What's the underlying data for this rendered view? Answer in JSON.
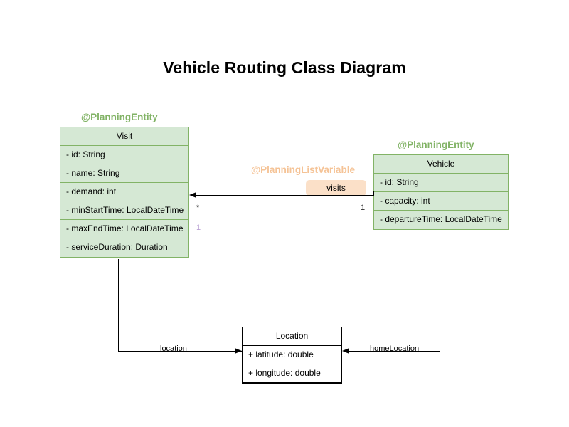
{
  "title": "Vehicle Routing Class Diagram",
  "colors": {
    "entity_fill": "#d5e8d4",
    "entity_border": "#82b366",
    "stereotype_entity": "#82b366",
    "stereotype_listvariable": "#f5c396",
    "badge_fill": "#fbe0c8",
    "plain_fill": "#ffffff",
    "plain_border": "#000000",
    "line": "#000000",
    "multiplicity_muted": "#b9a0d4"
  },
  "stereotypes": {
    "visit": "@PlanningEntity",
    "vehicle": "@PlanningEntity",
    "visits_association": "@PlanningListVariable"
  },
  "classes": {
    "visit": {
      "name": "Visit",
      "attributes": [
        "- id: String",
        "- name: String",
        "- demand: int",
        "- minStartTime: LocalDateTime",
        "- maxEndTime: LocalDateTime",
        "- serviceDuration: Duration"
      ]
    },
    "vehicle": {
      "name": "Vehicle",
      "attributes": [
        "- id: String",
        "- capacity: int",
        "- departureTime: LocalDateTime"
      ]
    },
    "location": {
      "name": "Location",
      "attributes": [
        "+ latitude: double",
        "+ longitude: double"
      ]
    }
  },
  "associations": {
    "visits": {
      "label": "visits",
      "source_multiplicity": "1",
      "target_multiplicity": "*",
      "extra_multiplicity": "1"
    },
    "visit_location": {
      "label": "location"
    },
    "vehicle_home_location": {
      "label": "homeLocation"
    }
  }
}
